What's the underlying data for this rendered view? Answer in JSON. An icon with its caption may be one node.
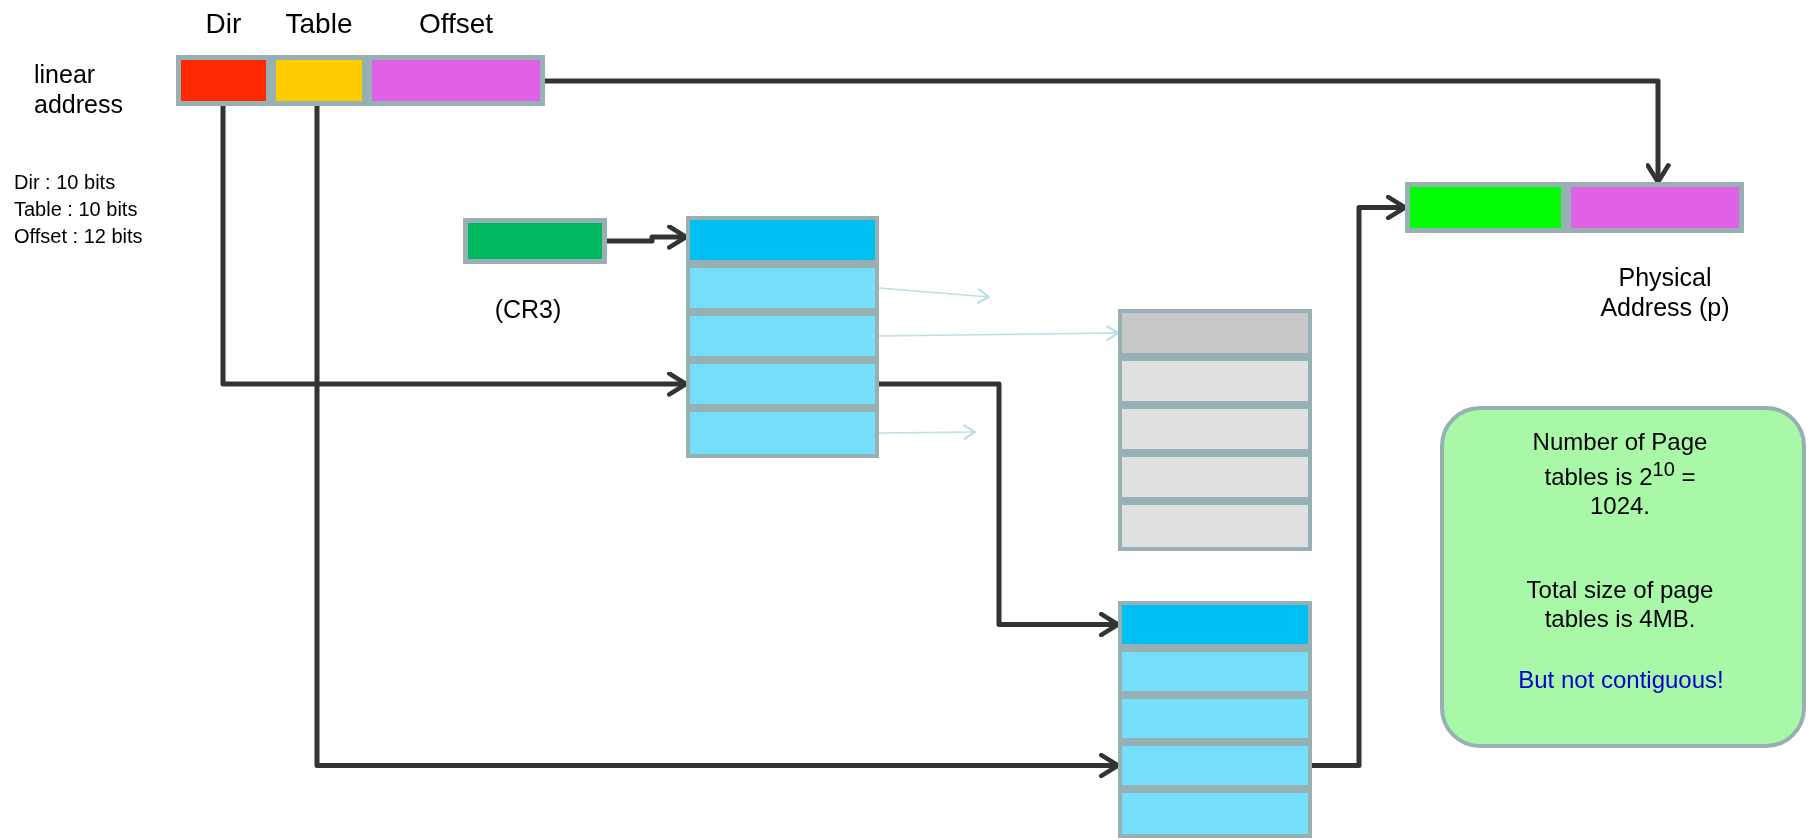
{
  "diagram": {
    "nodes": [
      {
        "text": [
          "linear address"
        ]
      },
      {
        "text": [
          "Dir"
        ],
        "in": 0
      },
      {
        "text": [
          "Table"
        ],
        "in": 0
      },
      {
        "text": [
          "Offset"
        ],
        "in": 0
      },
      {
        "text": [
          "(CR3)"
        ]
      },
      {
        "text": [],
        "shape": "box"
      },
      {
        "text": [],
        "shape": "box",
        "in": 5
      },
      {
        "text": [],
        "shape": "box",
        "in": 5
      },
      {
        "text": [],
        "shape": "box",
        "in": 5
      },
      {
        "text": [],
        "shape": "box",
        "in": 5
      },
      {
        "text": [],
        "shape": "box",
        "in": 5
      },
      {
        "text": [],
        "shape": "box"
      },
      {
        "text": [],
        "shape": "box",
        "in": 11
      },
      {
        "text": [],
        "shape": "box",
        "in": 11
      },
      {
        "text": [],
        "shape": "box",
        "in": 11
      },
      {
        "text": [],
        "shape": "box",
        "in": 11
      },
      {
        "text": [],
        "shape": "box",
        "in": 11
      },
      {
        "text": [],
        "shape": "box"
      },
      {
        "text": [],
        "shape": "box",
        "in": 17
      },
      {
        "text": [],
        "shape": "box",
        "in": 17
      },
      {
        "text": [],
        "shape": "box",
        "in": 17
      },
      {
        "text": [],
        "shape": "box",
        "in": 17
      },
      {
        "text": [],
        "shape": "box",
        "in": 17
      },
      {
        "text": [
          "Physical Address (p)"
        ]
      },
      {
        "text": [],
        "shape": "box",
        "in": 23
      },
      {
        "text": [],
        "shape": "box",
        "in": 23
      },
      {
        "text": [
          "Number of Page tables is 2$^{10}$ = 1024.",
          "Total size of page tables is 4MB.",
          "But not contiguous!"
        ]
      }
    ],
    "edges": [
      {
        "from": 3,
        "to": 25,
        "arrow": "to"
      },
      {
        "from": 1,
        "to": 9,
        "arrow": "to"
      },
      {
        "from": 2,
        "to": 21,
        "arrow": "to"
      },
      {
        "from": 4,
        "to": 6,
        "arrow": "to"
      },
      {
        "from": 9,
        "to": 18,
        "arrow": "to"
      },
      {
        "from": 21,
        "to": 24,
        "arrow": "to"
      },
      {
        "from": 7,
        "to": null,
        "arrow": "to",
        "color": "#b9dfe6"
      },
      {
        "from": 8,
        "to": 12,
        "arrow": "to",
        "color": "#b9dfe6"
      },
      {
        "from": 10,
        "to": null,
        "arrow": "to",
        "color": "#b9dfe6"
      }
    ],
    "labels": [
      "Dir : 10 bits",
      "Table : 10 bits",
      "Offset : 12 bits"
    ]
  }
}
